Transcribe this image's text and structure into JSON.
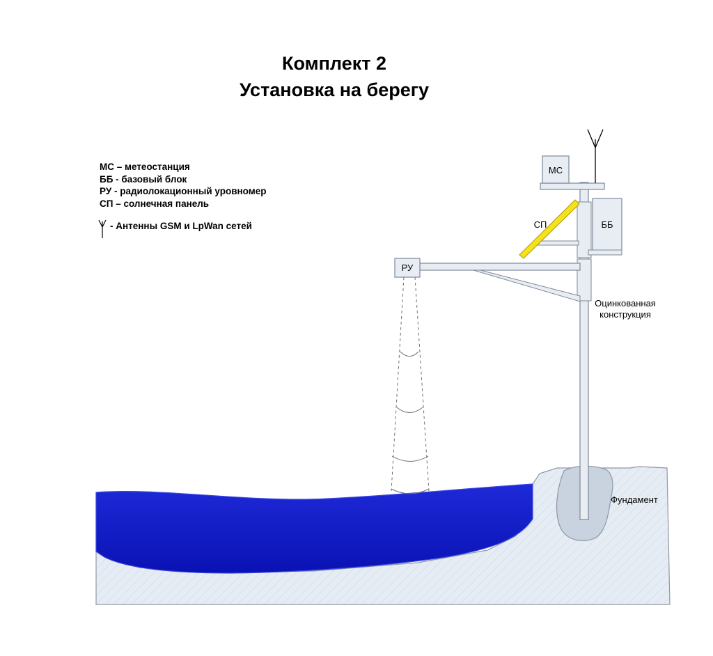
{
  "title": {
    "line1": "Комплект 2",
    "line2": "Установка на берегу"
  },
  "legend": {
    "items": [
      "МС – метеостанция",
      "ББ - базовый блок",
      "РУ - радиолокационный уровномер",
      "СП – солнечная панель"
    ],
    "antenna_note": "- Антенны GSM и LpWan сетей"
  },
  "labels": {
    "ms": "МС",
    "bb": "ББ",
    "sp": "СП",
    "ru": "РУ",
    "structure_line1": "Оцинкованная",
    "structure_line2": "конструкция",
    "foundation": "Фундамент"
  },
  "colors": {
    "water": "#0a15c8",
    "water_edge": "#3a45e0",
    "ground": "#e6ecf4",
    "ground_hatch": "#c5d2e2",
    "foundation": "#c7d1de",
    "frame": "#e8edf3",
    "frame_stroke": "#7d8896",
    "solar_panel": "#f5e21b",
    "radar_beam": "#6a6f76"
  },
  "icons": {
    "antenna": "antenna-icon"
  }
}
